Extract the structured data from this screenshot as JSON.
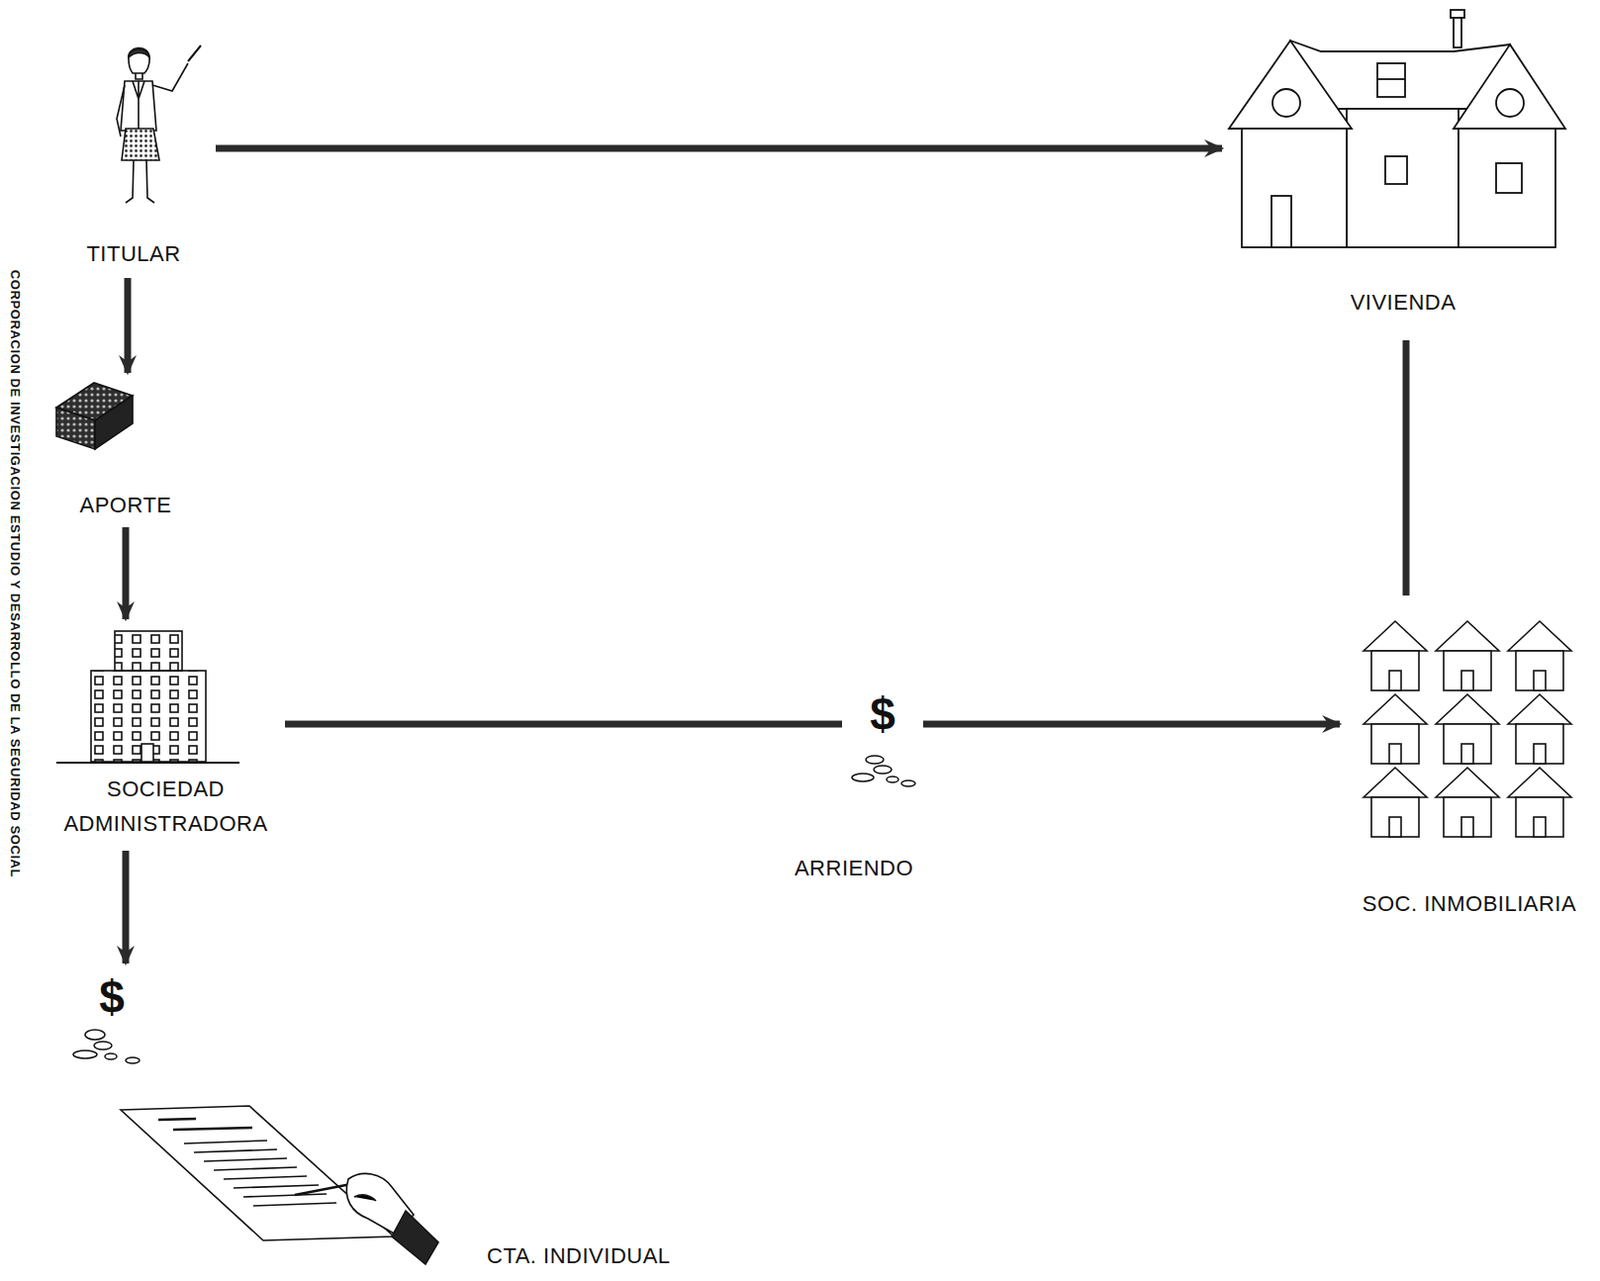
{
  "diagram": {
    "nodes": [
      {
        "text": [
          "TITULAR"
        ]
      },
      {
        "text": [
          "VIVIENDA"
        ]
      },
      {
        "text": [
          "APORTE"
        ]
      },
      {
        "text": [
          "SOCIEDAD ADMINISTRADORA"
        ]
      },
      {
        "text": [
          "SOC. INMOBILIARIA"
        ]
      },
      {
        "text": [
          "CTA. INDIVIDUAL"
        ]
      }
    ],
    "edges": [
      {
        "from": 0,
        "to": 1,
        "arrow": "to"
      },
      {
        "from": 0,
        "to": 2,
        "arrow": "to"
      },
      {
        "from": 2,
        "to": 3,
        "arrow": "to"
      },
      {
        "from": 3,
        "to": 5,
        "arrow": "to"
      },
      {
        "from": 3,
        "to": 4,
        "label": "ARRIENDO",
        "arrow": "to"
      },
      {
        "from": 1,
        "to": 4,
        "arrow": "none"
      }
    ],
    "labels": [
      "CORPORACION DE INVESTIGACION ESTUDIO Y DESARROLLO DE LA SEGURIDAD SOCIAL",
      "$",
      "$"
    ]
  }
}
